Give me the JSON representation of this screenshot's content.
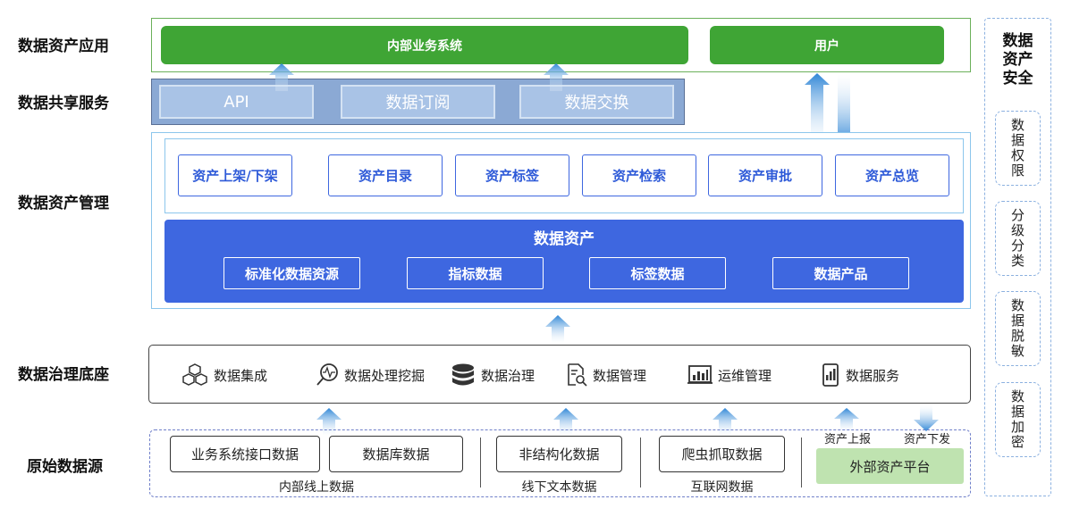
{
  "layers": {
    "app": "数据资产应用",
    "share": "数据共享服务",
    "mgmt": "数据资产管理",
    "gov": "数据治理底座",
    "source": "原始数据源"
  },
  "app": {
    "internal": "内部业务系统",
    "user": "用户"
  },
  "share": {
    "api": "API",
    "subscribe": "数据订阅",
    "exchange": "数据交换"
  },
  "mgmt": {
    "items": [
      "资产上架/下架",
      "资产目录",
      "资产标签",
      "资产检索",
      "资产审批",
      "资产总览"
    ],
    "core_title": "数据资产",
    "core_items": [
      "标准化数据资源",
      "指标数据",
      "标签数据",
      "数据产品"
    ]
  },
  "gov": {
    "items": [
      {
        "label": "数据集成",
        "icon": "cubes-icon"
      },
      {
        "label": "数据处理挖掘",
        "icon": "magnifier-pulse-icon"
      },
      {
        "label": "数据治理",
        "icon": "database-icon"
      },
      {
        "label": "数据管理",
        "icon": "document-search-icon"
      },
      {
        "label": "运维管理",
        "icon": "monitor-chart-icon"
      },
      {
        "label": "数据服务",
        "icon": "phone-chart-icon"
      }
    ]
  },
  "source": {
    "biz_api": "业务系统接口数据",
    "db": "数据库数据",
    "internal_caption": "内部线上数据",
    "unstructured": "非结构化数据",
    "offline_caption": "线下文本数据",
    "crawler": "爬虫抓取数据",
    "internet_caption": "互联网数据",
    "external": "外部资产平台",
    "report": "资产上报",
    "dispatch": "资产下发"
  },
  "security": {
    "title_lines": [
      "数据",
      "资产",
      "安全"
    ],
    "items": [
      "数据权限",
      "分级分类",
      "数据脱敏",
      "数据加密"
    ]
  },
  "colors": {
    "green": "#3fa535",
    "blue": "#3e67e0",
    "arrow": "#3d8fd6",
    "external": "#bfe3b0"
  }
}
